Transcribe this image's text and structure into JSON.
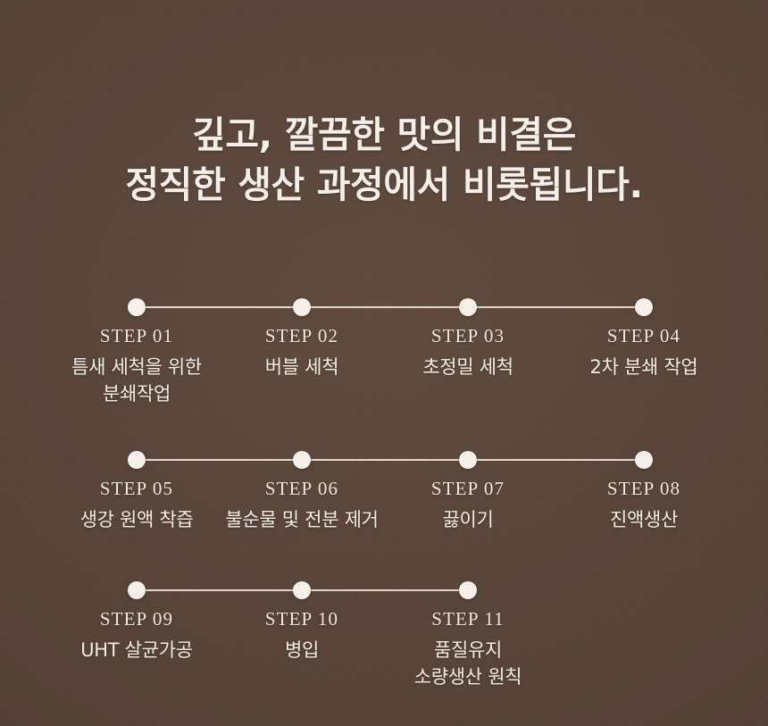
{
  "theme": {
    "background_color": "#584439",
    "text_color": "#f3ede5",
    "accent_dot_color": "#f5f1ea",
    "rail_color": "#ece4d9"
  },
  "headline": {
    "line_1": "깊고, 깔끔한 맛의 비결은",
    "line_2": "정직한 생산 과정에서 비롯됩니다.",
    "full": "깊고, 깔끔한 맛의 비결은\n정직한 생산 과정에서 비롯됩니다."
  },
  "timeline": {
    "rows": [
      {
        "steps": [
          {
            "number": "STEP 01",
            "label": "틈새 세척을 위한\n분쇄작업"
          },
          {
            "number": "STEP 02",
            "label": "버블 세척"
          },
          {
            "number": "STEP 03",
            "label": "초정밀 세척"
          },
          {
            "number": "STEP 04",
            "label": "2차 분쇄 작업"
          }
        ]
      },
      {
        "steps": [
          {
            "number": "STEP 05",
            "label": "생강 원액 착즙"
          },
          {
            "number": "STEP 06",
            "label": "불순물 및 전분 제거"
          },
          {
            "number": "STEP 07",
            "label": "끓이기"
          },
          {
            "number": "STEP 08",
            "label": "진액생산"
          }
        ]
      },
      {
        "steps": [
          {
            "number": "STEP 09",
            "label": "UHT 살균가공"
          },
          {
            "number": "STEP 10",
            "label": "병입"
          },
          {
            "number": "STEP 11",
            "label": "품질유지\n소량생산 원칙"
          }
        ]
      }
    ]
  }
}
